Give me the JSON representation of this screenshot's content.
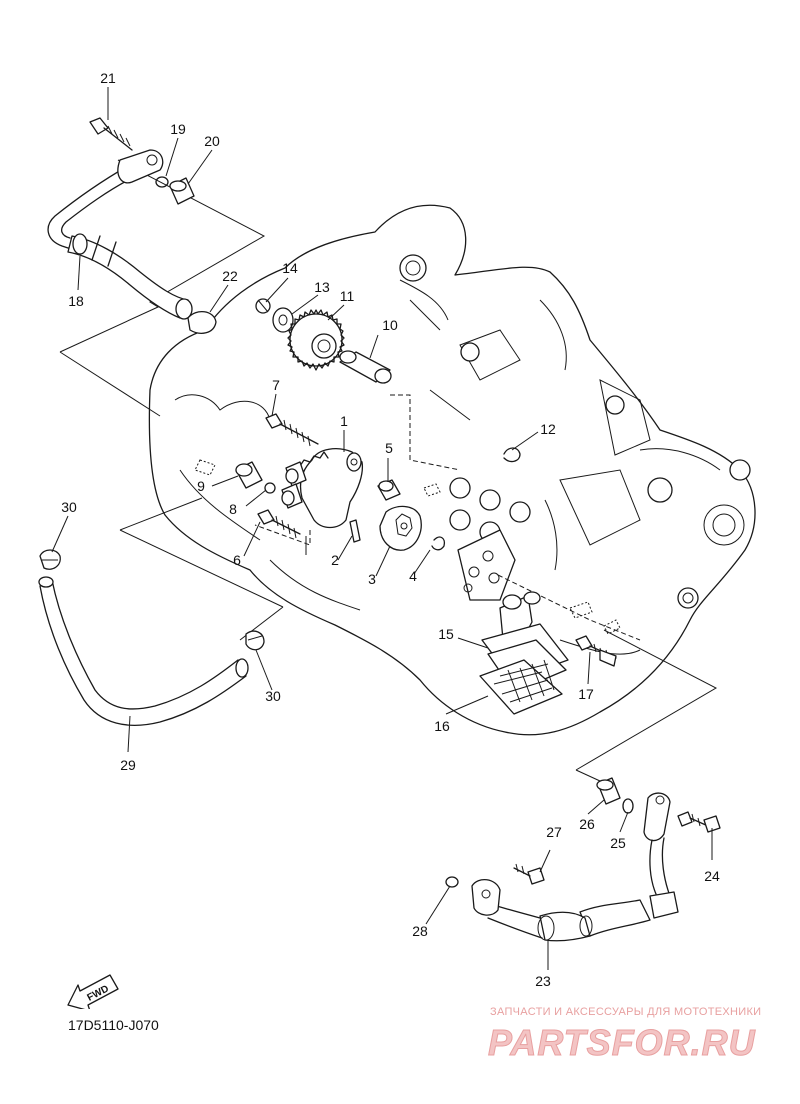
{
  "diagram": {
    "code": "17D5110-J070",
    "fwd_label": "FWD",
    "watermark": {
      "caption": "ЗАПЧАСТИ И АКСЕССУАРЫ ДЛЯ МОТОТЕХНИКИ",
      "logo": "PARTSFOR.RU"
    },
    "callouts": [
      {
        "id": "c21",
        "label": "21"
      },
      {
        "id": "c19",
        "label": "19"
      },
      {
        "id": "c20",
        "label": "20"
      },
      {
        "id": "c18",
        "label": "18"
      },
      {
        "id": "c22",
        "label": "22"
      },
      {
        "id": "c14",
        "label": "14"
      },
      {
        "id": "c13",
        "label": "13"
      },
      {
        "id": "c11",
        "label": "11"
      },
      {
        "id": "c10",
        "label": "10"
      },
      {
        "id": "c7",
        "label": "7"
      },
      {
        "id": "c1",
        "label": "1"
      },
      {
        "id": "c5",
        "label": "5"
      },
      {
        "id": "c12",
        "label": "12"
      },
      {
        "id": "c9",
        "label": "9"
      },
      {
        "id": "c8",
        "label": "8"
      },
      {
        "id": "c6",
        "label": "6"
      },
      {
        "id": "c2",
        "label": "2"
      },
      {
        "id": "c3",
        "label": "3"
      },
      {
        "id": "c4",
        "label": "4"
      },
      {
        "id": "c30a",
        "label": "30"
      },
      {
        "id": "c30b",
        "label": "30"
      },
      {
        "id": "c29",
        "label": "29"
      },
      {
        "id": "c15",
        "label": "15"
      },
      {
        "id": "c17",
        "label": "17"
      },
      {
        "id": "c16",
        "label": "16"
      },
      {
        "id": "c26",
        "label": "26"
      },
      {
        "id": "c25",
        "label": "25"
      },
      {
        "id": "c27",
        "label": "27"
      },
      {
        "id": "c24",
        "label": "24"
      },
      {
        "id": "c28",
        "label": "28"
      },
      {
        "id": "c23",
        "label": "23"
      }
    ]
  }
}
